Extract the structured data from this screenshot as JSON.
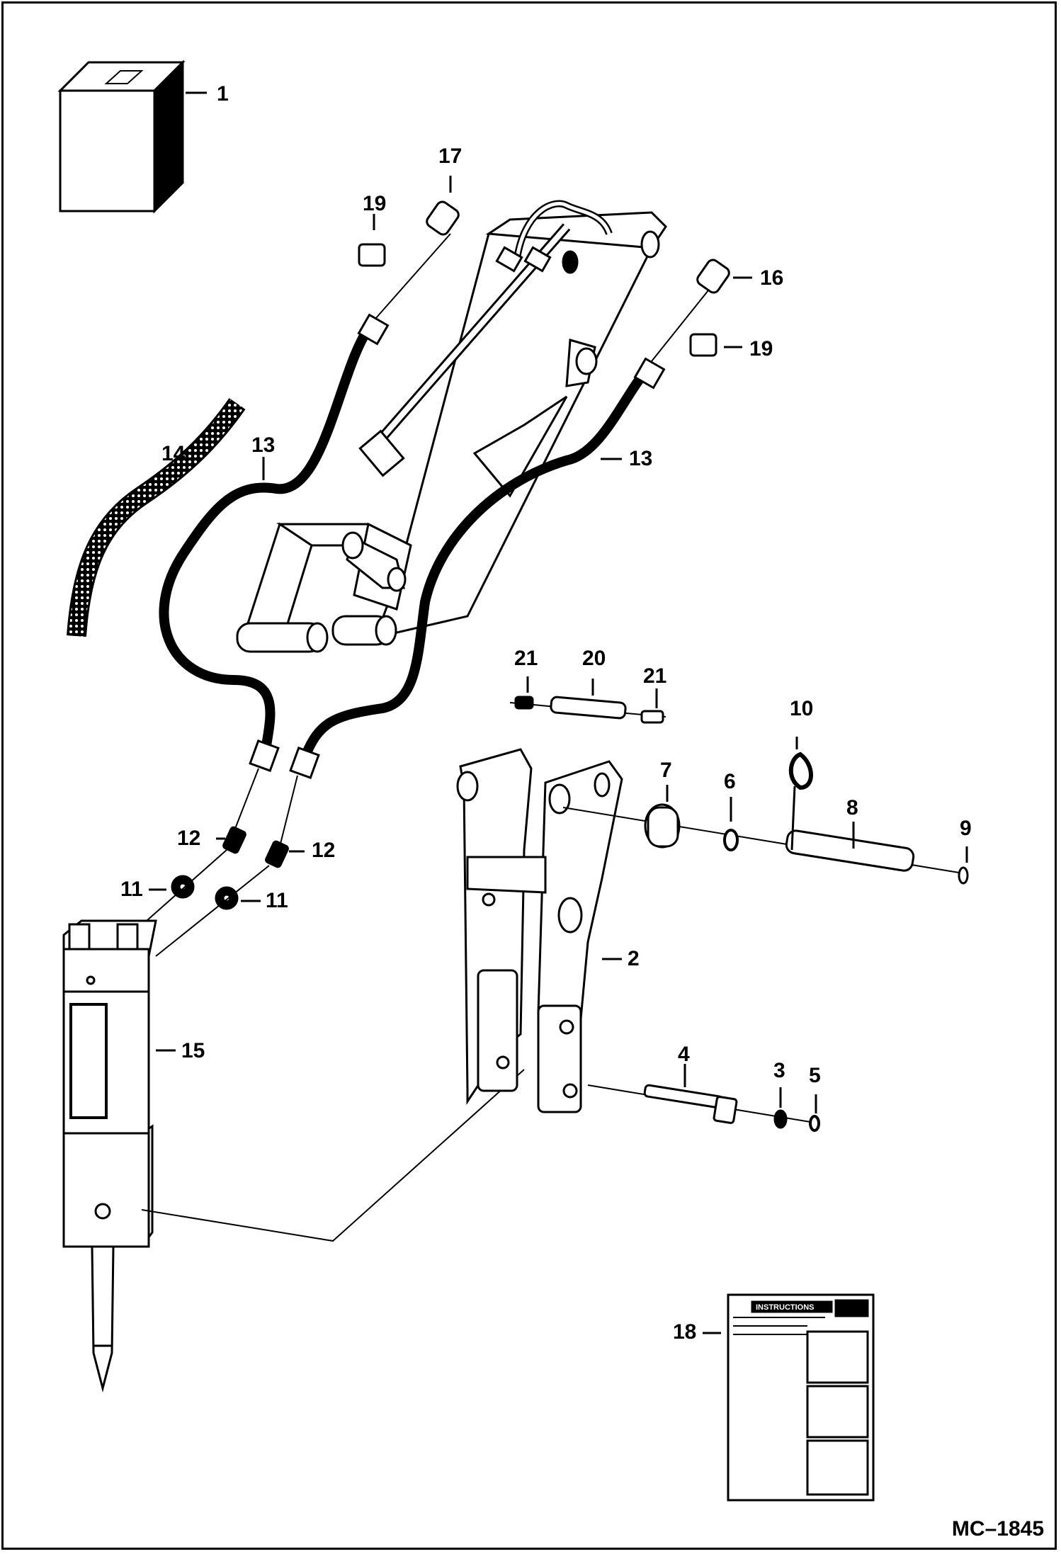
{
  "figure": {
    "code": "MC–1845",
    "callouts": [
      "1",
      "2",
      "3",
      "4",
      "5",
      "6",
      "7",
      "8",
      "9",
      "10",
      "11",
      "11",
      "12",
      "12",
      "13",
      "13",
      "14",
      "15",
      "16",
      "17",
      "18",
      "19",
      "19",
      "20",
      "21",
      "21"
    ]
  },
  "instructions_sheet": {
    "heading": "INSTRUCTIONS"
  }
}
